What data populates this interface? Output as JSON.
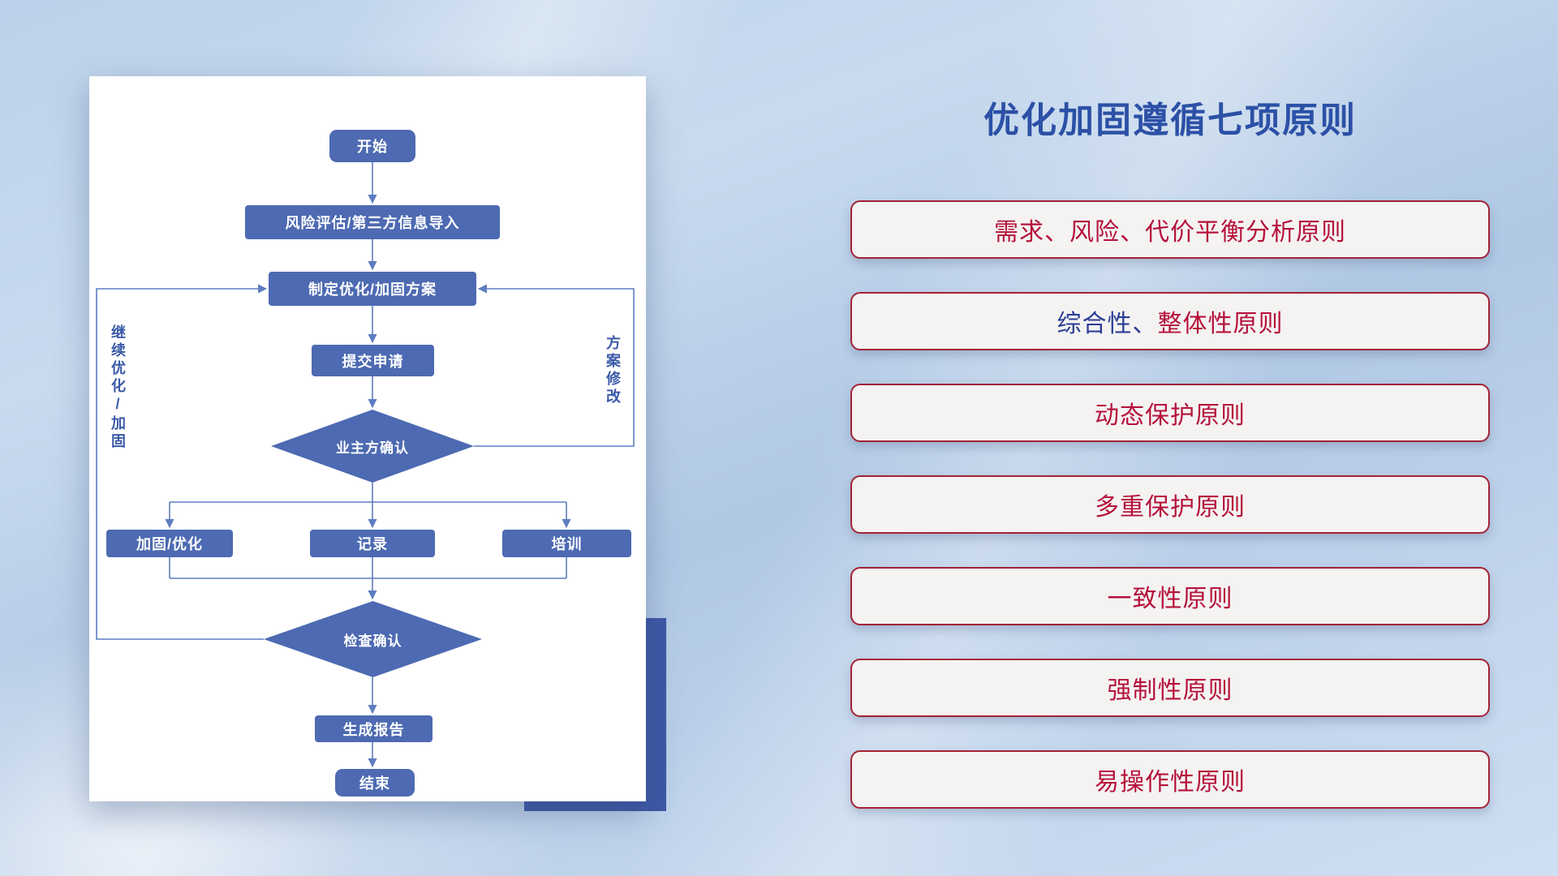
{
  "flowchart": {
    "nodes": {
      "start": "开始",
      "risk_import": "风险评估/第三方信息导入",
      "make_plan": "制定优化/加固方案",
      "submit": "提交申请",
      "owner_confirm": "业主方确认",
      "reinforce": "加固/优化",
      "record": "记录",
      "training": "培训",
      "check_confirm": "检查确认",
      "report": "生成报告",
      "end": "结束"
    },
    "side_labels": {
      "continue_loop": "继续优化/加固",
      "modify_plan": "方案修改"
    }
  },
  "panel": {
    "title": "优化加固遵循七项原则",
    "principles": [
      {
        "blue": "",
        "red": "需求、风险、代价平衡分析原则"
      },
      {
        "blue": "综合性、",
        "red": "整体性原则"
      },
      {
        "blue": "",
        "red": "动态保护原则"
      },
      {
        "blue": "",
        "red": "多重保护原则"
      },
      {
        "blue": "",
        "red": "一致性原则"
      },
      {
        "blue": "",
        "red": "强制性原则"
      },
      {
        "blue": "",
        "red": "易操作性原则"
      }
    ]
  },
  "colors": {
    "title_blue": "#2c50a6",
    "principle_red": "#b5123a",
    "principle_blue": "#2b3d95",
    "flow_node_blue": "#4d6ab2",
    "flow_line_blue": "#5d7dc0",
    "accent_block_blue": "#3d58a5"
  }
}
